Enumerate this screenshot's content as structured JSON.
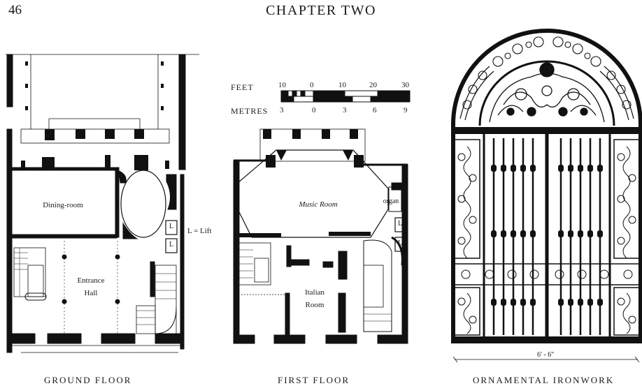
{
  "header": {
    "page_number": "46",
    "chapter_title": "CHAPTER TWO"
  },
  "ground_floor": {
    "caption": "GROUND FLOOR",
    "rooms": {
      "dining": "Dining-room",
      "entrance_1": "Entrance",
      "entrance_2": "Hall"
    },
    "lift_mark": "L",
    "legend": "L  =  Lift"
  },
  "first_floor": {
    "caption": "FIRST FLOOR",
    "rooms": {
      "music": "Music Room",
      "organ": "organ",
      "italian_1": "Italian",
      "italian_2": "Room"
    },
    "lift_mark": "L"
  },
  "scale": {
    "feet_label": "FEET",
    "metres_label": "METRES",
    "feet_ticks": [
      "10",
      "0",
      "10",
      "20",
      "30"
    ],
    "metre_ticks": [
      "3",
      "0",
      "3",
      "6",
      "9"
    ]
  },
  "ironwork": {
    "caption": "ORNAMENTAL IRONWORK",
    "dimension": "6' - 6\""
  }
}
